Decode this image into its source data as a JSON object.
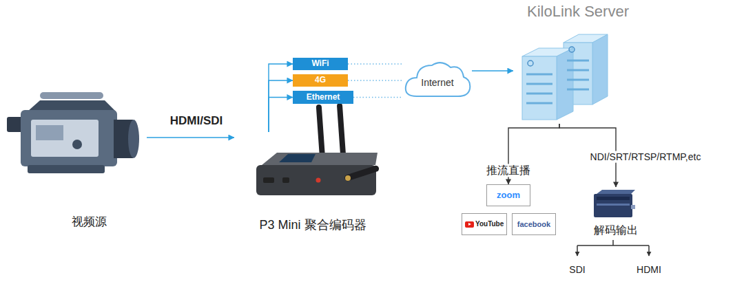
{
  "diagram": {
    "nodes": [
      {
        "text": [
          "视频源"
        ]
      },
      {
        "text": [
          "P3 Mini 聚合编码器"
        ]
      },
      {
        "text": [
          "WiFi"
        ]
      },
      {
        "text": [
          "4G"
        ]
      },
      {
        "text": [
          "Ethernet"
        ]
      },
      {
        "text": [
          "Internet"
        ]
      },
      {
        "text": [
          "KiloLink Server"
        ]
      },
      {
        "text": [
          "zoom"
        ]
      },
      {
        "text": [
          "YouTube"
        ]
      },
      {
        "text": [
          "facebook"
        ]
      },
      {
        "text": [
          "解码输出"
        ]
      }
    ],
    "edges": [
      {
        "from": 0,
        "to": 1,
        "arrow": "to",
        "label": "HDMI/SDI"
      },
      {
        "from": 1,
        "to": 2,
        "arrow": "to"
      },
      {
        "from": 1,
        "to": 3,
        "arrow": "to"
      },
      {
        "from": 1,
        "to": 4,
        "arrow": "to"
      },
      {
        "from": 2,
        "to": 5,
        "arrow": "none"
      },
      {
        "from": 3,
        "to": 5,
        "arrow": "none"
      },
      {
        "from": 4,
        "to": 5,
        "arrow": "none"
      },
      {
        "from": 5,
        "to": 6,
        "arrow": "to"
      },
      {
        "from": 6,
        "to": 7,
        "arrow": "to",
        "label": "推流直播"
      },
      {
        "from": 6,
        "to": 10,
        "arrow": "to",
        "label": "NDI/SRT/RTSP/RTMP,etc"
      }
    ],
    "labels": [
      "SDI",
      "HDMI"
    ]
  }
}
